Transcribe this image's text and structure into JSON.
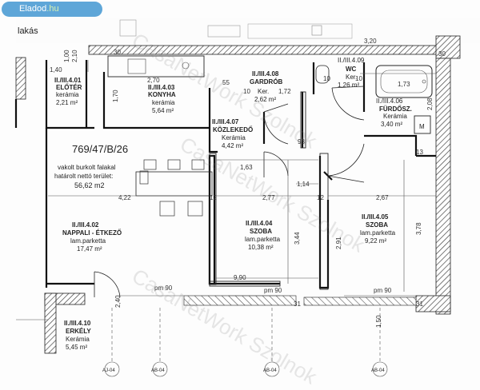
{
  "site": {
    "badge_prefix": "Eladod",
    "badge_suffix": ".hu",
    "accent_color": "#5ea6d8"
  },
  "header_text": "lakás",
  "watermark": "CasaNetWork Szolnok",
  "plan": {
    "code": "769/47/B/26",
    "note_line1": "vakolt burkolt falakal",
    "note_line2": "határolt nettó terület:",
    "net_area": "56,62 m2"
  },
  "rooms": {
    "eloter": {
      "id": "II./III.4.01",
      "name": "ELŐTÉR",
      "floor": "kerámia",
      "area": "2,21 m²"
    },
    "konyha": {
      "id": "II./III.4.03",
      "name": "KONYHA",
      "floor": "kerámia",
      "area": "5,64 m²"
    },
    "gardrob": {
      "id": "II./III.4.08",
      "name": "GARDRÓB",
      "floor": "Ker.",
      "area": "2,62 m²"
    },
    "wc": {
      "id": "II./III.4.09",
      "name": "WC",
      "floor": "Ker.",
      "area": "1,26 m²"
    },
    "furdo": {
      "id": "II./III.4.06",
      "name": "FÜRDŐSZ.",
      "floor": "Kerámia",
      "area": "3,40 m²"
    },
    "kozlekedo": {
      "id": "II./III.4.07",
      "name": "KÖZLEKEDŐ",
      "floor": "Kerámia",
      "area": "4,42 m²"
    },
    "nappali": {
      "id": "II./III.4.02",
      "name": "NAPPALI - ÉTKEZŐ",
      "floor": "lam.parketta",
      "area": "17,47 m²"
    },
    "szoba1": {
      "id": "II./III.4.04",
      "name": "SZOBA",
      "floor": "lam.parketta",
      "area": "10,38 m²"
    },
    "szoba2": {
      "id": "II./III.4.05",
      "name": "SZOBA",
      "floor": "lam.parketta",
      "area": "9,22 m²"
    },
    "erkely": {
      "id": "II./III.4.10",
      "name": "ERKÉLY",
      "floor": "Kerámia",
      "area": "5,45 m²"
    }
  },
  "dimensions": {
    "d_1_40": "1,40",
    "d_2_70": "2,70",
    "d_55": "55",
    "d_1_70": "1,70",
    "d_10a": "10",
    "d_1_72": "1,72",
    "d_10b": "10",
    "d_10c": "10",
    "d_1_73": "1,73",
    "d_2_08": "2,08",
    "d_1_63": "1,63",
    "d_98": "98",
    "d_12a": "12",
    "d_12b": "12",
    "d_1_14": "1,14",
    "d_2_77": "2,77",
    "d_2_67": "2,67",
    "d_4_22": "4,22",
    "d_3_44": "3,44",
    "d_3_78": "3,78",
    "d_2_91": "2,91",
    "d_9_90": "9,90",
    "d_3_20": "3,20",
    "d_30a": "30",
    "d_30b": "30",
    "d_31a": "31",
    "d_31b": "31",
    "d_13": "13",
    "d_1_00": "1,00",
    "d_2_10": "2,10",
    "d_2_40": "2,40",
    "pm_a": "pm 90",
    "pm_b": "pm 90",
    "pm_c": "pm 90",
    "d_1_50": "1,50"
  },
  "axes": [
    "AJ-04",
    "AB-04",
    "AB-04",
    "AB-04"
  ],
  "bath_mark": "M"
}
